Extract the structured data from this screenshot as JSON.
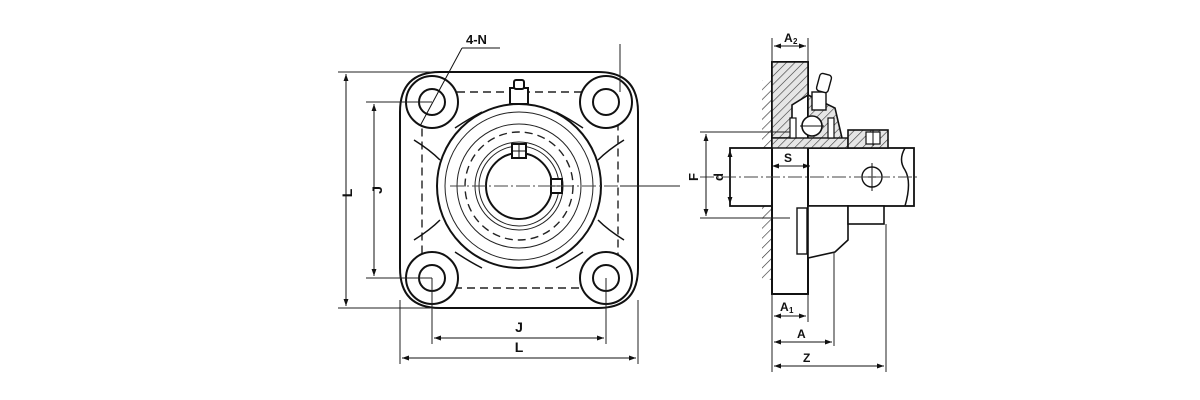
{
  "labels": {
    "bolt_holes": "4-N",
    "bolt_spacing_vertical": "J",
    "flange_height": "L",
    "bolt_spacing": "J",
    "flange_width": "L",
    "collar_height": "A",
    "collar_height_sub": "2",
    "flange_thickness": "A",
    "flange_thickness_sub": "1",
    "body_width": "A",
    "overall_width": "Z",
    "set_screw_offset": "S",
    "housing_bore": "F",
    "shaft_diameter": "d"
  }
}
